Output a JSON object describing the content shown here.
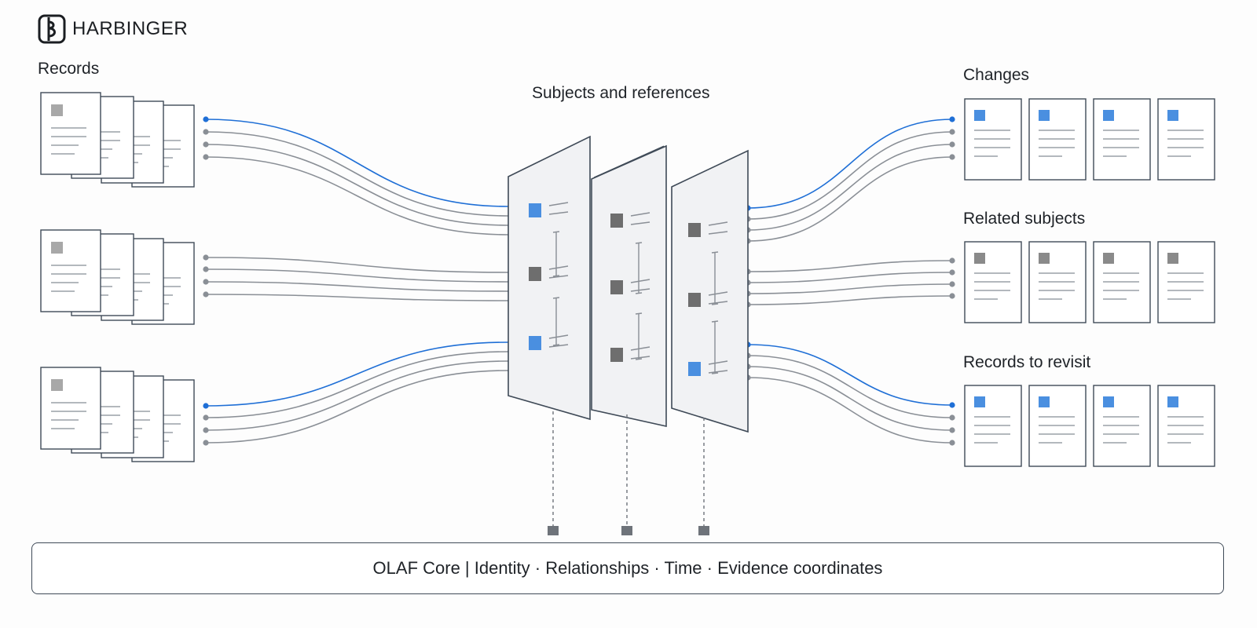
{
  "brand": {
    "name": "HARBINGER",
    "icon": "harbinger-logo-icon"
  },
  "labels": {
    "records": "Records",
    "subjects_and_references": "Subjects and references",
    "changes": "Changes",
    "related_subjects": "Related subjects",
    "records_to_revisit": "Records to revisit"
  },
  "core_bar": {
    "text": "OLAF Core | Identity · Relationships · Time · Evidence coordinates"
  },
  "colors": {
    "accent_blue": "#1f6fd6",
    "connector_gray": "#8a8f96",
    "outline": "#3f4a57",
    "panel_fill": "#f1f2f4"
  }
}
